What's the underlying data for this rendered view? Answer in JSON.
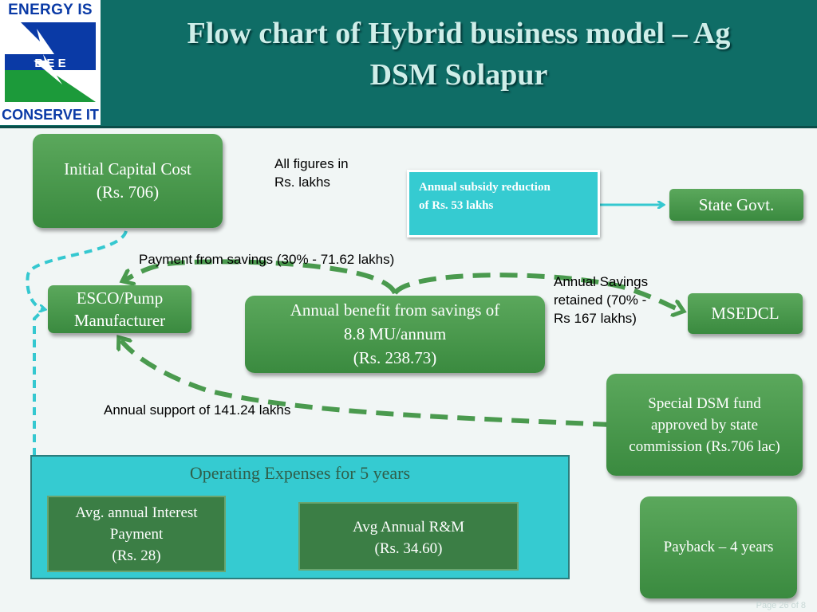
{
  "logo": {
    "top_text": "ENERGY IS LIFE",
    "mid_text": "B E E",
    "bottom_text": "CONSERVE IT"
  },
  "title": {
    "line1": "Flow chart of Hybrid business model – Ag",
    "line2": "DSM Solapur"
  },
  "nodes": {
    "initial_capital": {
      "line1": "Initial Capital Cost",
      "line2": "(Rs.  706)"
    },
    "esco": {
      "line1": "ESCO/Pump",
      "line2": "Manufacturer"
    },
    "annual_benefit": {
      "line1": "Annual benefit from savings of",
      "line2": "8.8 MU/annum",
      "line3": "(Rs. 238.73)"
    },
    "state_govt": {
      "label": "State Govt."
    },
    "msedcl": {
      "label": "MSEDCL"
    },
    "special_fund": {
      "line1": "Special DSM fund",
      "line2": "approved by state",
      "line3": "commission (Rs.706 lac)"
    },
    "payback": {
      "label": "Payback – 4 years"
    },
    "subsidy": {
      "line1": "Annual subsidy reduction",
      "line2": "of  Rs. 53 lakhs"
    }
  },
  "notes": {
    "figures": {
      "line1": "All figures in",
      "line2": "Rs. lakhs"
    },
    "payment": "Payment from savings (30% - 71.62 lakhs)",
    "retained": {
      "line1": "Annual Savings",
      "line2": "retained (70% -",
      "line3": "Rs 167 lakhs)"
    },
    "support": "Annual support of 141.24 lakhs"
  },
  "opex": {
    "title": "Operating Expenses for 5 years",
    "interest": {
      "line1": "Avg. annual Interest",
      "line2": "Payment",
      "line3": "(Rs. 28)"
    },
    "rm": {
      "line1": "Avg Annual R&M",
      "line2": "(Rs. 34.60)"
    }
  },
  "footer": "Page 26 of 8",
  "colors": {
    "header": "#0f6d66",
    "node_green": "#4a9a4e",
    "cyan": "#35cbd1",
    "arrow_green": "#4a9a4e",
    "arrow_cyan": "#35c8d0"
  }
}
